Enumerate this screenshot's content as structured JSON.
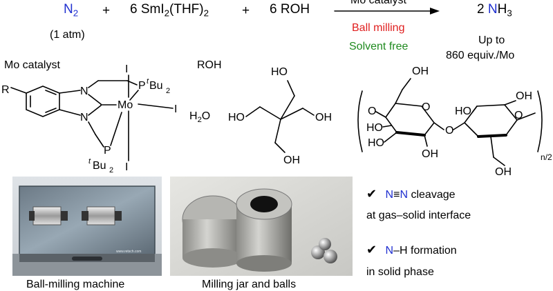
{
  "reaction": {
    "n2": "N",
    "n2_sub": "2",
    "n2_note": "(1 atm)",
    "plus1": "+",
    "smi_coef": "6 SmI",
    "smi_sub": "2",
    "smi_rest": "(THF)",
    "smi_sub2": "2",
    "plus2": "+",
    "roh": "6 ROH",
    "arrow_top": "Mo catalyst",
    "arrow_cond1": "Ball milling",
    "arrow_cond2": "Solvent free",
    "product_coef": "2 ",
    "product_n": "N",
    "product_h": "H",
    "product_sub": "3",
    "yield1": "Up to",
    "yield2": "860 equiv./Mo"
  },
  "labels": {
    "mo_catalyst": "Mo catalyst",
    "roh": "ROH",
    "h2o": "H",
    "h2o_sub": "2",
    "h2o_o": "O",
    "n2_suffix": "/2"
  },
  "structures": {
    "catalyst": {
      "R": "R",
      "N1": "N",
      "N2": "N",
      "Mo": "Mo",
      "I_top": "I",
      "I_right": "I",
      "I_bottom": "I",
      "P_top": "P",
      "Bu_top": "Bu",
      "Bu_top_sub": "2",
      "t": "t",
      "P_bottom": "P",
      "Bu_bottom": "Bu",
      "Bu_bottom_sub": "2"
    },
    "pentaerythritol": {
      "oh1": "HO",
      "oh2": "HO",
      "oh3": "OH",
      "oh4": "OH"
    },
    "cellulose": {
      "oh_top1": "OH",
      "o_left": "O",
      "ho1": "HO",
      "ho2": "HO",
      "oh_bottom1": "OH",
      "o_bridge": "O",
      "o_ring1": "O",
      "oh_top2": "OH",
      "ho3": "HO",
      "o_ring2": "O",
      "oh_bottom2": "OH",
      "n": "n"
    }
  },
  "photos": {
    "machine_caption": "Ball-milling machine",
    "machine_brand": "www.retsch.com",
    "jar_caption": "Milling jar and balls"
  },
  "notes": {
    "check1": "✔",
    "n_triple": "N",
    "triple": "≡",
    "n_triple2": "N",
    "cleavage": " cleavage",
    "interface": "at gas–solid interface",
    "check2": "✔",
    "n_h": "N",
    "h_formation": "–H formation",
    "solid_phase": "in solid phase"
  },
  "colors": {
    "nitrogen": "#1f2fd0",
    "ball_milling": "#e01e1e",
    "solvent_free": "#1f8a1f"
  }
}
